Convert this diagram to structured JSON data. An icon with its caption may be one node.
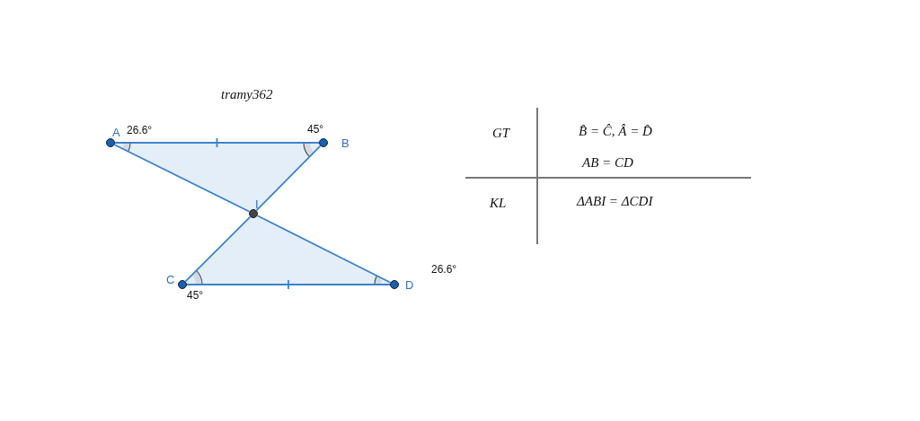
{
  "diagram": {
    "title": "tramy362",
    "nodes": [
      {
        "text": [
          "A"
        ],
        "beside": [
          "26.6°"
        ]
      },
      {
        "text": [
          "B"
        ],
        "beside": [
          "45°"
        ]
      },
      {
        "text": [
          "I"
        ]
      },
      {
        "text": [
          "C"
        ],
        "beside": [
          "45°"
        ]
      },
      {
        "text": [
          "D"
        ],
        "beside": [
          "26.6°"
        ]
      }
    ],
    "edges": [
      {
        "from": 0,
        "to": 1,
        "arrow": "none"
      },
      {
        "from": 0,
        "to": 2,
        "arrow": "none"
      },
      {
        "from": 2,
        "to": 4,
        "arrow": "none"
      },
      {
        "from": 1,
        "to": 2,
        "arrow": "none"
      },
      {
        "from": 2,
        "to": 3,
        "arrow": "none"
      },
      {
        "from": 3,
        "to": 4,
        "arrow": "none"
      }
    ],
    "labels": [
      "GT",
      "B̂ = Ĉ,  Â =  D̂",
      "AB = CD",
      "KL",
      "ΔABI =  ΔCDI"
    ]
  }
}
